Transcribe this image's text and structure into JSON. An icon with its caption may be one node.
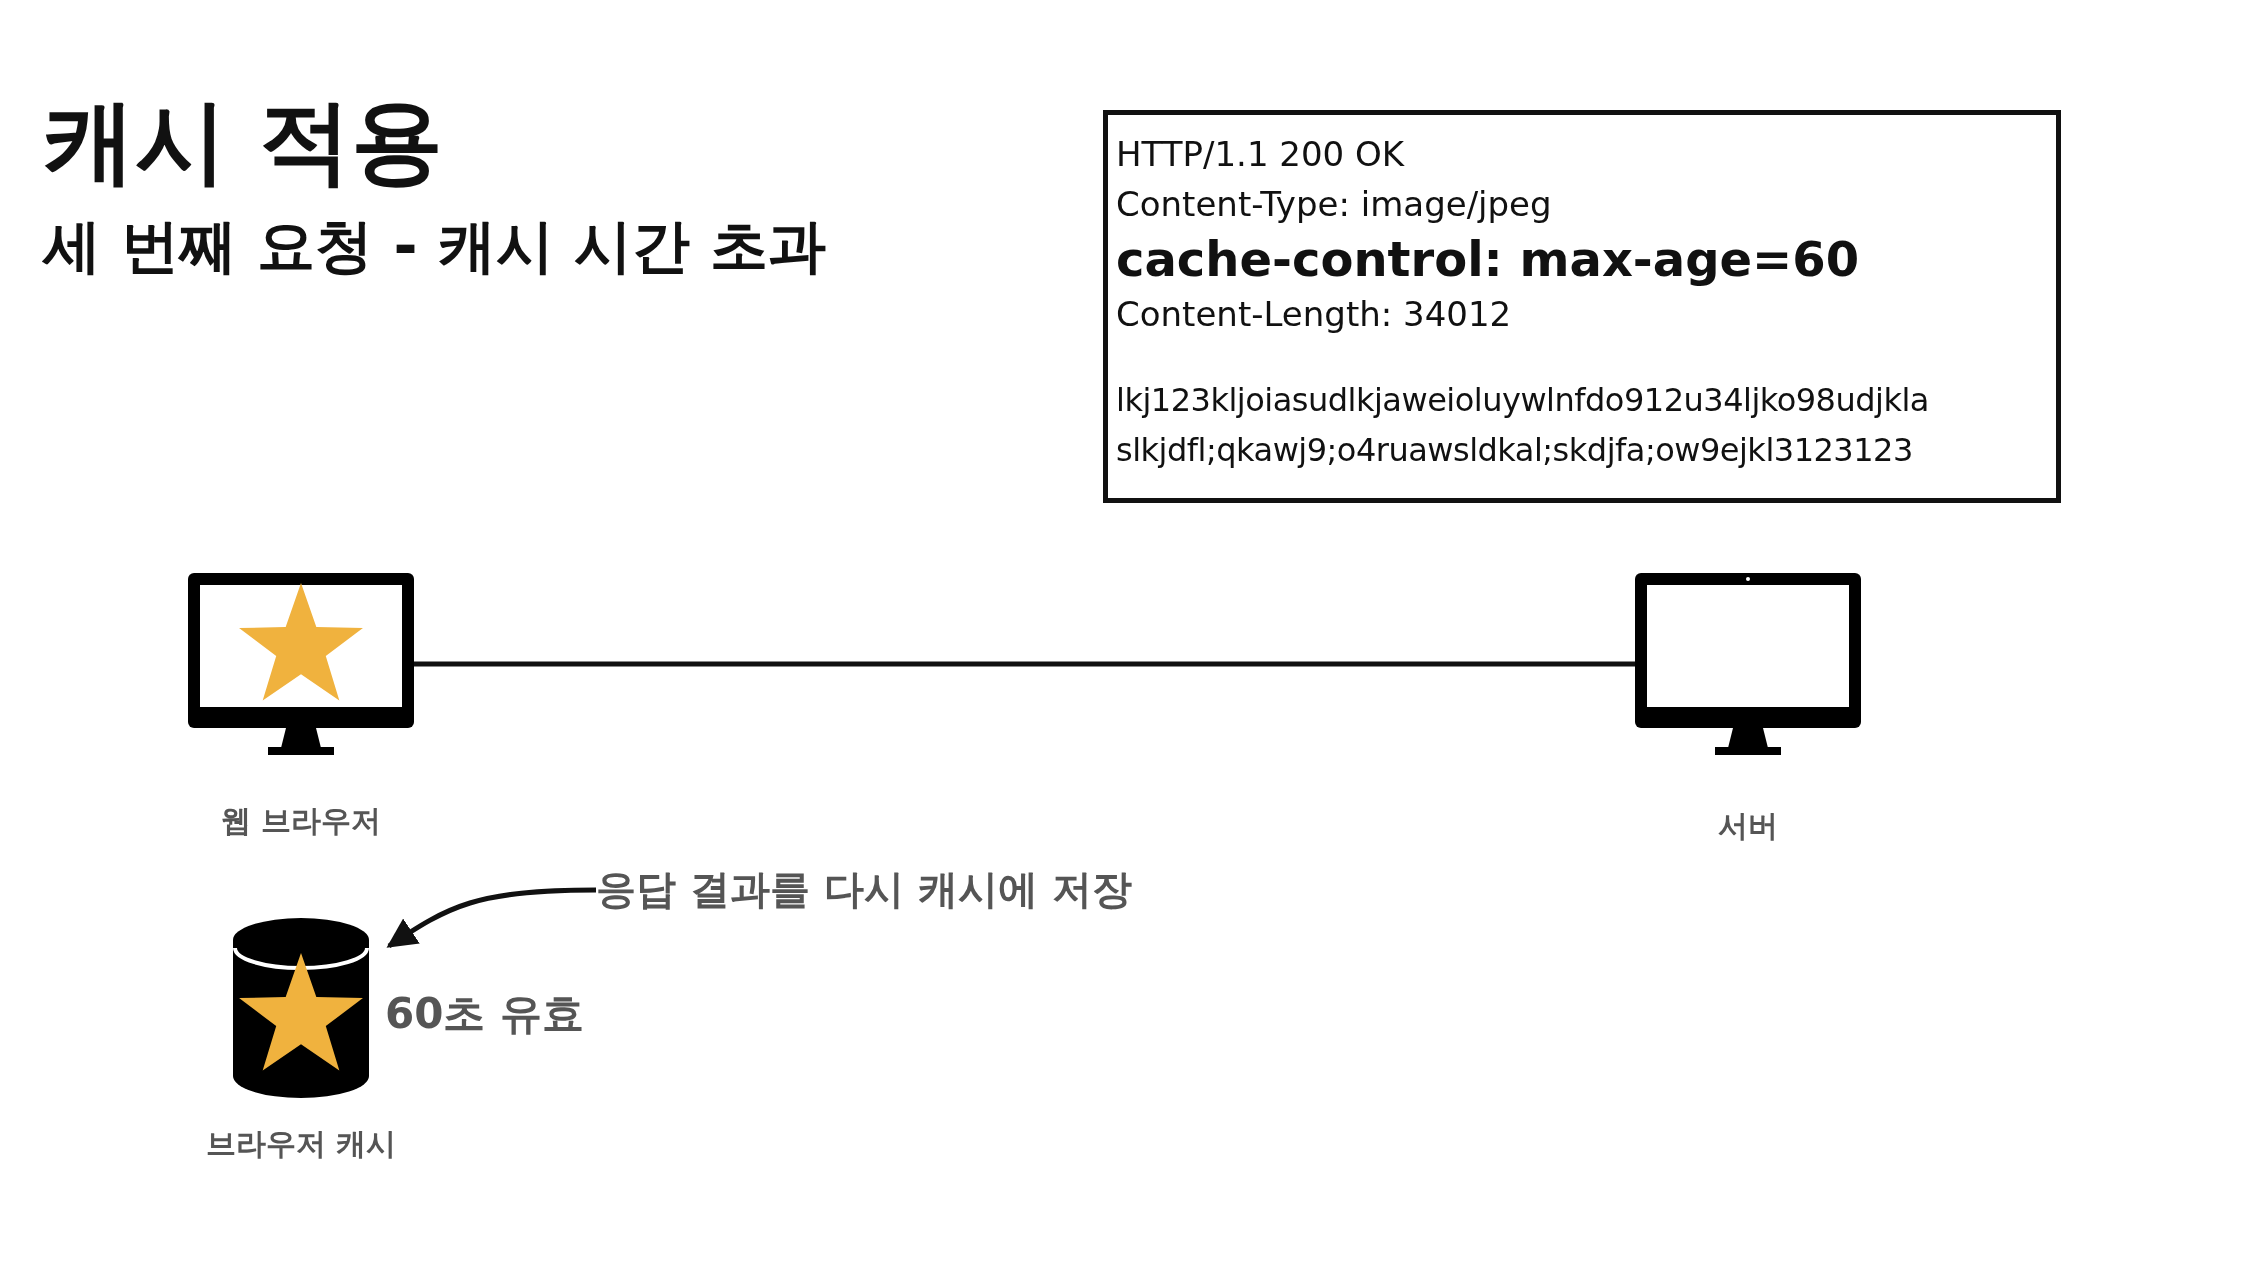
{
  "diagram": {
    "title": "캐시 적용",
    "nodes": [
      {
        "text": [
          "웹 브라우저"
        ]
      },
      {
        "text": [
          "서버"
        ]
      },
      {
        "text": [
          "HTTP/1.1 200 OK",
          "Content-Type: image/jpeg",
          "cache-control: max-age=60",
          "Content-Length: 34012",
          "lkj123kljoiasudlkjaweioluywlnfdo912u34ljko98udjkla slkjdfl;qkawj9;o4ruawsldkal;skdjfa;ow9ejkl3123123"
        ]
      },
      {
        "text": [
          "브라우저 캐시"
        ],
        "beside": [
          "60초 유효"
        ]
      },
      {
        "text": [
          "응답 결과를 다시 캐시에 저장"
        ]
      }
    ],
    "edges": [
      {
        "from": 0,
        "to": 1,
        "arrow": "none"
      },
      {
        "from": 4,
        "to": 3,
        "arrow": "to"
      }
    ],
    "labels": [
      "세 번째 요청 - 캐시 시간 초과"
    ]
  }
}
